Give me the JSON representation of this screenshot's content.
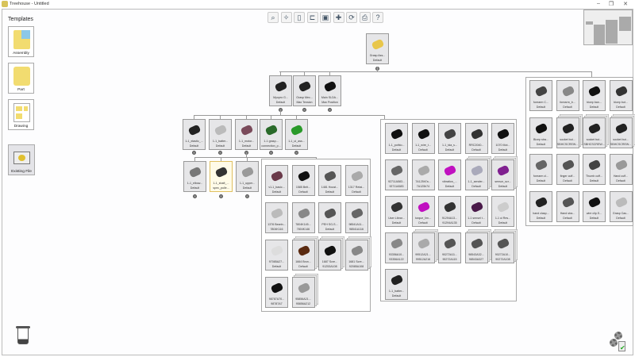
{
  "window": {
    "title": "Treehouse - Untitled",
    "minimize": "–",
    "maximize": "❐",
    "close": "✕"
  },
  "templates": {
    "title": "Templates",
    "items": [
      {
        "label": "Assembly"
      },
      {
        "label": "Part"
      },
      {
        "label": "Drawing"
      }
    ],
    "existing_file": "Existing File"
  },
  "toolbar": [
    {
      "icon": "zoom-fit-icon",
      "glyph": "⌕"
    },
    {
      "icon": "pin-icon",
      "glyph": "✧"
    },
    {
      "icon": "new-file-icon",
      "glyph": "▯"
    },
    {
      "icon": "open-folder-icon",
      "glyph": "⊏"
    },
    {
      "icon": "save-icon",
      "glyph": "▣"
    },
    {
      "icon": "add-component-icon",
      "glyph": "✚"
    },
    {
      "icon": "refresh-icon",
      "glyph": "⟳"
    },
    {
      "icon": "print-icon",
      "glyph": "⎙"
    },
    {
      "icon": "help-icon",
      "glyph": "?"
    }
  ],
  "tree": {
    "root": {
      "name": "Grasp Ass...",
      "config": "Default",
      "tone": "#e8c64a"
    },
    "level1": [
      {
        "name": "Myopro G...",
        "config": "Default",
        "tone": "#222"
      },
      {
        "name": "Grasp Mec...",
        "config": "Max Tension",
        "tone": "#222"
      },
      {
        "name": "Main SLDA...",
        "config": "Max Position",
        "tone": "#111"
      }
    ],
    "level2": [
      {
        "name": "1-1_elastic_...",
        "config": "Default",
        "tone": "#222"
      },
      {
        "name": "1-1_batter...",
        "config": "Default",
        "tone": "#bbb"
      },
      {
        "name": "1-1_motor...",
        "config": "Default",
        "tone": "#7a4a5a"
      },
      {
        "name": "1-1 grasp...",
        "config": "connection_p...",
        "tone": "#2a6a2a"
      },
      {
        "name": "1-1_ui_ass...",
        "config": "Default",
        "tone": "#2a9a2a"
      }
    ],
    "level3": [
      {
        "name": "1-1_elbow...",
        "config": "Default",
        "tone": "#777"
      },
      {
        "name": "1-1_shaft_...",
        "config": "spec_pulle...",
        "tone": "#333"
      },
      {
        "name": "1-1_upper...",
        "config": "Default",
        "tone": "#999"
      }
    ],
    "group_a": [
      {
        "name": "v1-1_basic...",
        "config": "Default",
        "tone": "#6a3a4a"
      },
      {
        "name": "1585 Belt...",
        "config": "Default",
        "tone": "#111"
      },
      {
        "name": "1481 Houst...",
        "config": "Default",
        "tone": "#555"
      },
      {
        "name": "1317 Retai...",
        "config": "Default",
        "tone": "#aaa"
      },
      {
        "name": "1376 Bearin...",
        "config": "7804K116",
        "tone": "#bbb"
      },
      {
        "name": "7804K145...",
        "config": "7804K146",
        "tone": "#888"
      },
      {
        "name": "PEH SG-S...",
        "config": "Default",
        "tone": "#555"
      },
      {
        "name": "98541A11...",
        "config": "98541A116",
        "tone": "#666"
      },
      {
        "name": "97085A27...",
        "config": "Default",
        "tone": "#ddd"
      },
      {
        "name": "1664 Bron...",
        "config": "Default",
        "tone": "#5a2a10",
        "stacked": true
      },
      {
        "name": "1687 Scre...",
        "config": "91253A108",
        "tone": "#111",
        "stacked": true
      },
      {
        "name": "1681 Scre...",
        "config": "92085A108",
        "tone": "#888",
        "stacked": true
      },
      {
        "name": "98787A70...",
        "config": "98787A7",
        "tone": "#111"
      },
      {
        "name": "95856A21...",
        "config": "95856A212",
        "tone": "#999",
        "stacked": true
      }
    ],
    "group_b": [
      {
        "name": "1-1_pothio...",
        "config": "Default",
        "tone": "#111"
      },
      {
        "name": "1-1_wire_t...",
        "config": "Default",
        "tone": "#111"
      },
      {
        "name": "1-1_tda_s...",
        "config": "Default",
        "tone": "#444"
      },
      {
        "name": "RRC2040...",
        "config": "Default",
        "tone": "#333"
      },
      {
        "name": "1070 Mot...",
        "config": "Default",
        "tone": "#111"
      },
      {
        "name": "92711A583...",
        "config": "92711A583",
        "tone": "#666"
      },
      {
        "name": "7A125h7a...",
        "config": "7A125h74",
        "tone": "#aaa"
      },
      {
        "name": "vibration_...",
        "config": "Default",
        "tone": "#c010c0"
      },
      {
        "name": "1-1_sender...",
        "config": "Default",
        "tone": "#aab",
        "stacked": true
      },
      {
        "name": "sensor_scr...",
        "config": "Default",
        "tone": "#802090",
        "stacked": true
      },
      {
        "name": "User Librar...",
        "config": "Default",
        "tone": "#333"
      },
      {
        "name": "torque_lim...",
        "config": "Default",
        "tone": "#c010c0"
      },
      {
        "name": "91294A13...",
        "config": "91294A135",
        "tone": "#333"
      },
      {
        "name": "1-1 sensel t...",
        "config": "Default",
        "tone": "#4a1a4a"
      },
      {
        "name": "1-1 ui Res...",
        "config": "Default",
        "tone": "#ccc"
      },
      {
        "name": "93356A10...",
        "config": "93356A122",
        "tone": "#888"
      },
      {
        "name": "99512A21...",
        "config": "99512A216",
        "tone": "#aaa",
        "stacked": true
      },
      {
        "name": "90272A11...",
        "config": "90272A115",
        "tone": "#555"
      },
      {
        "name": "98543A32...",
        "config": "98543A327",
        "tone": "#555",
        "stacked": true
      },
      {
        "name": "90272A10...",
        "config": "90272A108",
        "tone": "#555",
        "stacked": true
      },
      {
        "name": "1-1_batter...",
        "config": "Default",
        "tone": "#222"
      }
    ],
    "group_c": [
      {
        "name": "forearm C...",
        "config": "Default",
        "tone": "#444"
      },
      {
        "name": "forearm_b...",
        "config": "Default",
        "tone": "#888"
      },
      {
        "name": "bicep ban...",
        "config": "Default",
        "tone": "#111"
      },
      {
        "name": "bicep but...",
        "config": "Default",
        "tone": "#333"
      },
      {
        "name": "Bicep stra...",
        "config": "Default",
        "tone": "#111"
      },
      {
        "name": "socket but...",
        "config": "SBHCSCREW...",
        "tone": "#222",
        "stacked": true
      },
      {
        "name": "socket but...",
        "config": "SBHCSCREW...",
        "tone": "#222",
        "stacked": true
      },
      {
        "name": "socket but...",
        "config": "SBHCSCREW...",
        "tone": "#222",
        "stacked": true
      },
      {
        "name": "forearm cl...",
        "config": "Default",
        "tone": "#666"
      },
      {
        "name": "finger cuff...",
        "config": "Default",
        "tone": "#555"
      },
      {
        "name": "Thumb cuff...",
        "config": "Default",
        "tone": "#444"
      },
      {
        "name": "Hand cuff...",
        "config": "Default",
        "tone": "#999"
      },
      {
        "name": "hand clasp...",
        "config": "Default",
        "tone": "#222"
      },
      {
        "name": "Hand stra...",
        "config": "Default",
        "tone": "#555"
      },
      {
        "name": "wire clip.S...",
        "config": "Default",
        "tone": "#111"
      },
      {
        "name": "Grasp Cas...",
        "config": "Default",
        "tone": "#bbb"
      }
    ]
  }
}
